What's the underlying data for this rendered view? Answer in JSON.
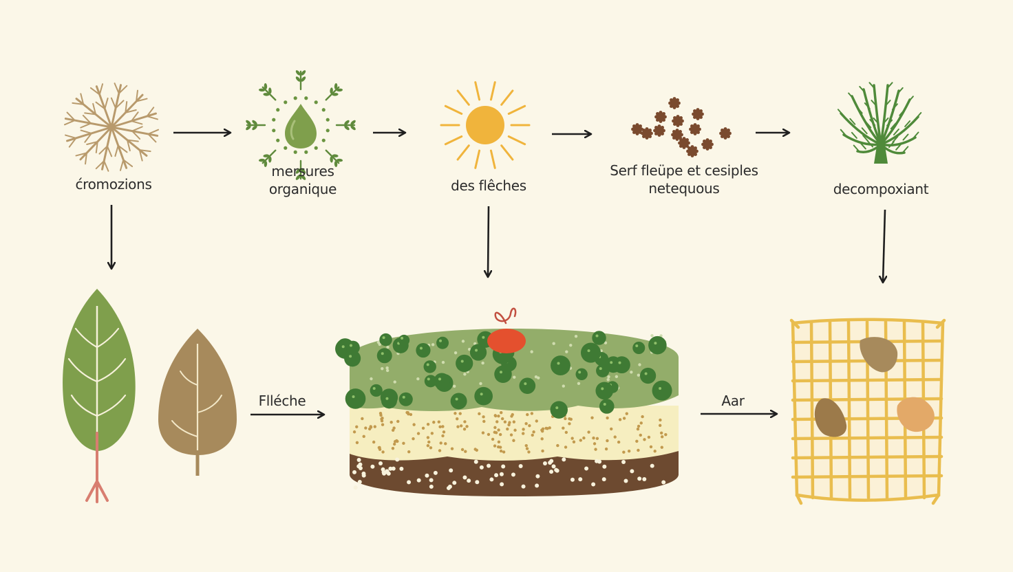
{
  "nodes": {
    "roots": {
      "label": "ćromozions"
    },
    "drop": {
      "line1": "mersures",
      "line2": "organique"
    },
    "sun": {
      "label": "des flêches"
    },
    "seeds": {
      "line1": "Serf fleüpe et cesiples",
      "line2": "netequous"
    },
    "plant": {
      "label": "decompoxiant"
    }
  },
  "arrow_labels": {
    "leaves_to_soil": "Flléche",
    "soil_to_mesh": "Aar"
  },
  "colors": {
    "background": "#fbf7e8",
    "leaf_green": "#7f9f4c",
    "leaf_brown": "#a78a5c",
    "sun": "#f0b43c",
    "soil_green": "#93ad6a",
    "soil_sand": "#f6eec0",
    "soil_dark": "#6d4a30",
    "mesh": "#e9bd4e",
    "arrow": "#1f1f1f"
  },
  "icons": [
    "root-network-icon",
    "organic-drop-icon",
    "sun-icon",
    "seed-cluster-icon",
    "sprouting-plant-icon",
    "leaf-icon",
    "soil-layers-icon",
    "mesh-bin-icon"
  ]
}
